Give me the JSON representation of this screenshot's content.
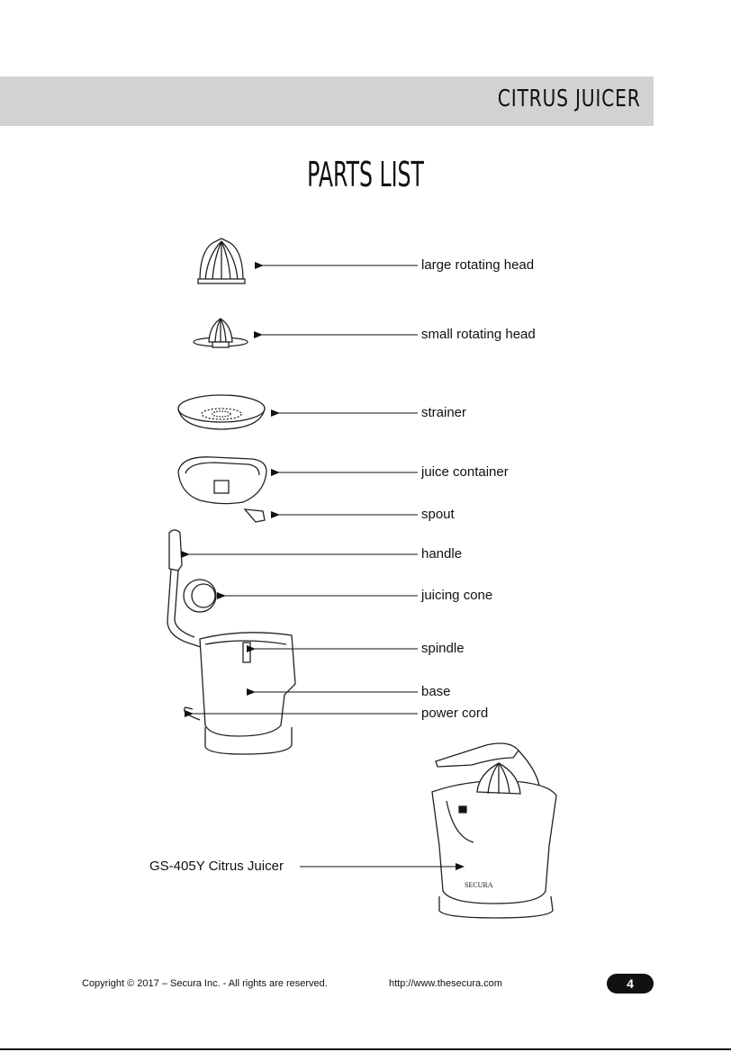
{
  "header": {
    "title": "CITRUS JUICER"
  },
  "page_title": "PARTS LIST",
  "parts": [
    "large rotating head",
    "small rotating head",
    "strainer",
    "juice container",
    "spout",
    "handle",
    "juicing cone",
    "spindle",
    "base",
    "power cord"
  ],
  "product": {
    "label": "GS-405Y Citrus Juicer",
    "brand": "SECURA"
  },
  "footer": {
    "copyright": "Copyright © 2017 – Secura Inc. - All rights are reserved.",
    "url": "http://www.thesecura.com",
    "page_number": "4"
  }
}
